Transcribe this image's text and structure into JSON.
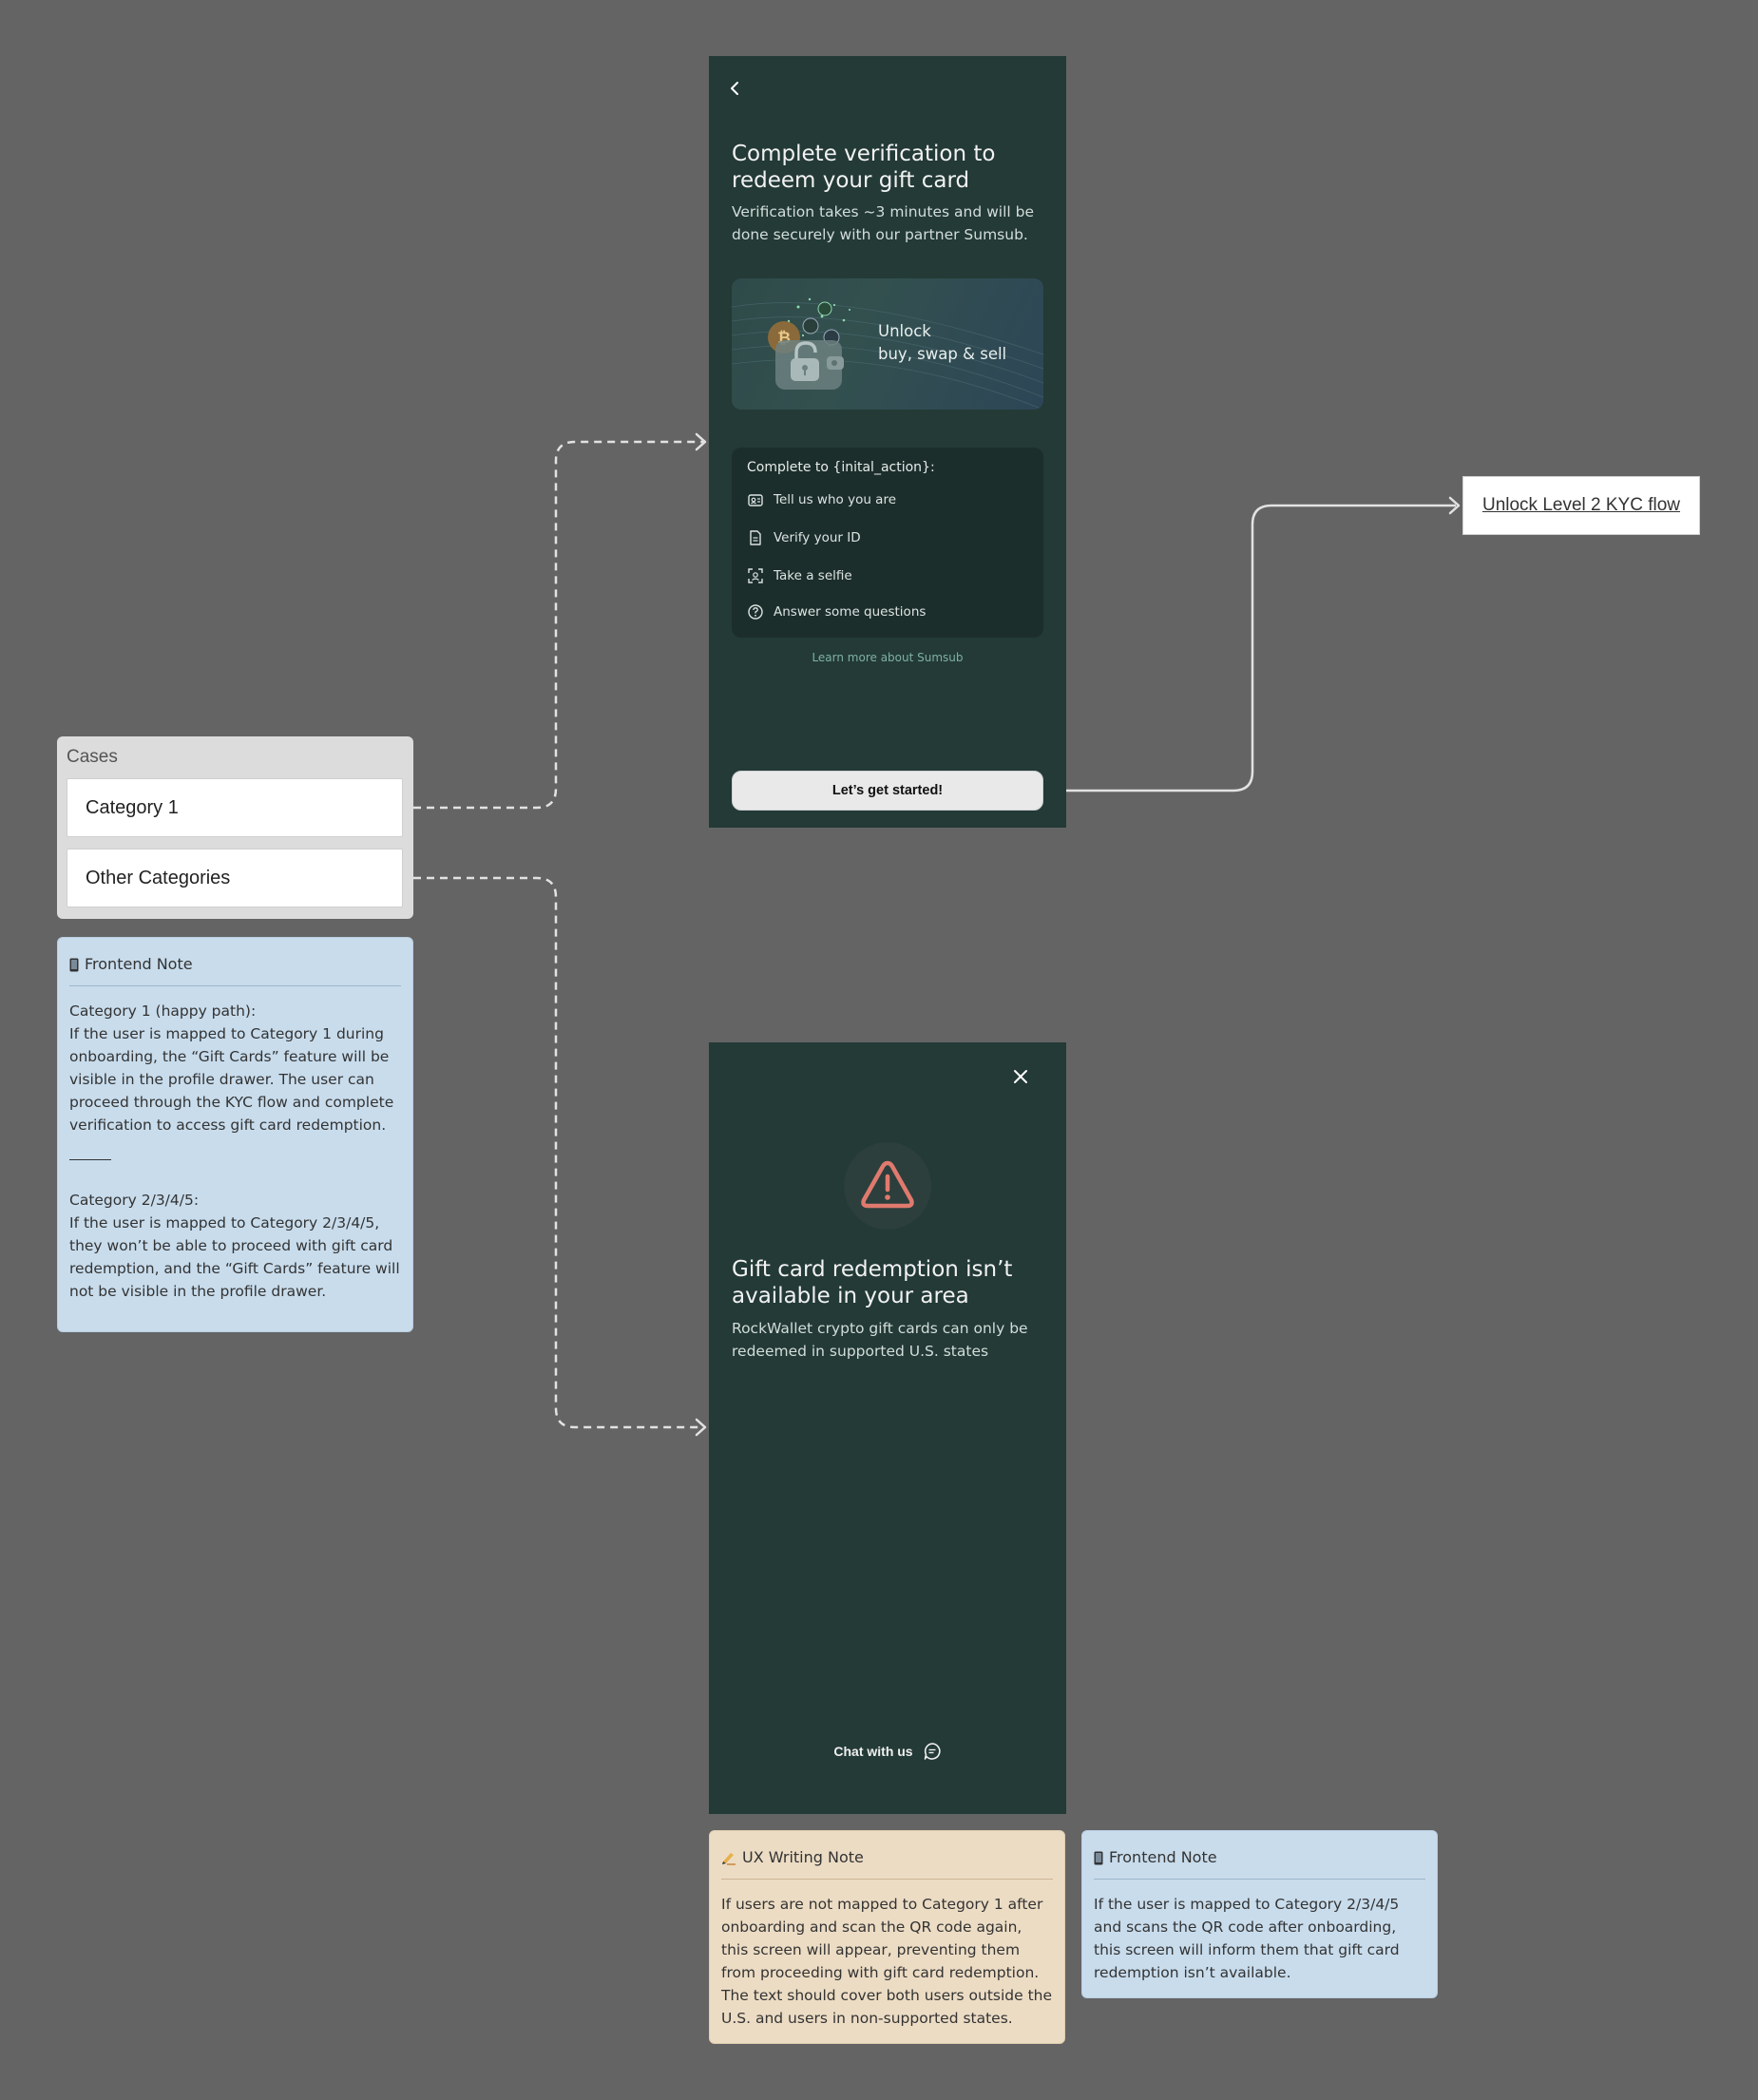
{
  "cases": {
    "title": "Cases",
    "items": [
      {
        "label": "Category 1"
      },
      {
        "label": "Other Categories"
      }
    ]
  },
  "frontend_note_1": {
    "icon": "mobile-phone-icon",
    "title": "Frontend Note",
    "para1": "Category 1 (happy path):\nIf the user is mapped to Category 1 during onboarding, the “Gift Cards” feature will be visible in the profile drawer. The user can proceed through the KYC flow and complete verification to access gift card redemption.",
    "para2": "Category 2/3/4/5:\nIf the user is mapped to Category 2/3/4/5, they won’t be able to proceed with gift card redemption, and the “Gift Cards” feature will not be visible in the profile drawer."
  },
  "verification_screen": {
    "back_icon": "chevron-left-icon",
    "title": "Complete verification to redeem your gift card",
    "subtitle": "Verification takes ~3 minutes and will be done securely with our partner Sumsub.",
    "banner_line1": "Unlock",
    "banner_line2": "buy, swap & sell",
    "checklist_title": "Complete to {inital_action}:",
    "checklist": [
      {
        "icon": "id-card-icon",
        "label": "Tell us who you are"
      },
      {
        "icon": "document-icon",
        "label": "Verify your ID"
      },
      {
        "icon": "face-scan-icon",
        "label": "Take a selfie"
      },
      {
        "icon": "question-circle-icon",
        "label": "Answer some questions"
      }
    ],
    "learn_more": "Learn more about Sumsub",
    "cta": "Let’s get started!"
  },
  "kyc_flow": {
    "label": "Unlock Level 2 KYC flow"
  },
  "unavailable_screen": {
    "close_icon": "close-icon",
    "warning_icon": "warning-triangle-icon",
    "title": "Gift card redemption isn’t available in your area",
    "subtitle": "RockWallet crypto gift cards can only be redeemed in supported U.S. states",
    "chat_label": "Chat with us",
    "chat_icon": "chat-bubble-icon"
  },
  "ux_note": {
    "icon": "writing-hand-icon",
    "title": "UX Writing Note",
    "body": "If users are not mapped to Category 1 after onboarding and scan the QR code again, this screen will appear, preventing them from proceeding with gift card redemption. The text should cover both users outside the U.S. and users in non-supported states."
  },
  "frontend_note_2": {
    "icon": "mobile-phone-icon",
    "title": "Frontend Note",
    "body": "If the user is mapped to Category 2/3/4/5 and scans the QR code after onboarding, this screen will inform them that gift card redemption isn’t available."
  },
  "colors": {
    "canvas": "#646464",
    "screen_bg": "#233a36",
    "note_blue": "#c8dcec",
    "note_tan": "#ecdcc4",
    "warning": "#e07a6e",
    "link": "#7fb0a4"
  }
}
